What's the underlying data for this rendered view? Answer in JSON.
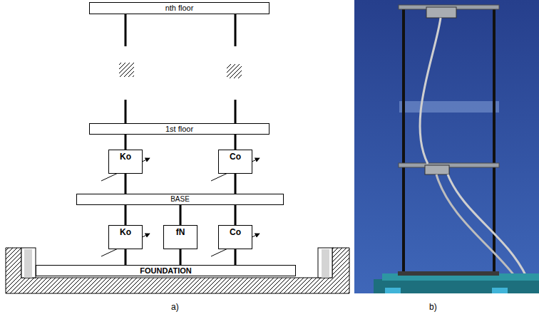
{
  "diagram": {
    "nodes": [
      {
        "text": [
          "nth floor"
        ]
      },
      {
        "text": [
          "1st floor"
        ]
      },
      {
        "text": [
          "Ko"
        ]
      },
      {
        "text": [
          "Co"
        ]
      },
      {
        "text": [
          "BASE"
        ]
      },
      {
        "text": [
          "Ko"
        ]
      },
      {
        "text": [
          "fN"
        ]
      },
      {
        "text": [
          "Co"
        ]
      },
      {
        "text": [
          "FOUNDATION"
        ]
      }
    ],
    "edges": [
      {
        "from": 1,
        "to": 2,
        "arrow": "none"
      },
      {
        "from": 1,
        "to": 3,
        "arrow": "none"
      },
      {
        "from": 2,
        "to": 4,
        "arrow": "none"
      },
      {
        "from": 3,
        "to": 4,
        "arrow": "none"
      },
      {
        "from": 4,
        "to": 5,
        "arrow": "none"
      },
      {
        "from": 4,
        "to": 6,
        "arrow": "none"
      },
      {
        "from": 4,
        "to": 7,
        "arrow": "none"
      },
      {
        "from": 5,
        "to": 8,
        "arrow": "none"
      },
      {
        "from": 6,
        "to": 8,
        "arrow": "none"
      },
      {
        "from": 7,
        "to": 8,
        "arrow": "none"
      }
    ],
    "labels": [
      "a)",
      "b)"
    ]
  }
}
